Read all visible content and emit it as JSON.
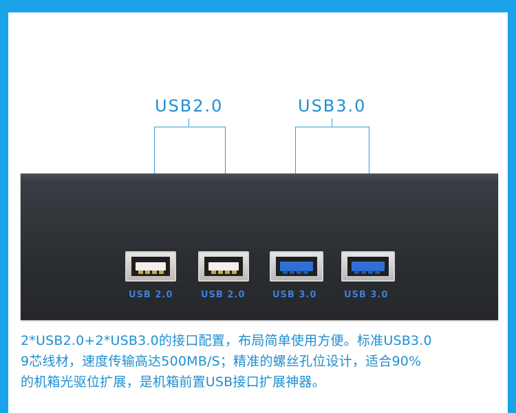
{
  "callouts": {
    "usb2": "USB2.0",
    "usb3": "USB3.0"
  },
  "ports": [
    {
      "type": "usb2",
      "label": "USB 2.0"
    },
    {
      "type": "usb2",
      "label": "USB 2.0"
    },
    {
      "type": "usb3",
      "label": "USB 3.0"
    },
    {
      "type": "usb3",
      "label": "USB 3.0"
    }
  ],
  "description": {
    "line1": "2*USB2.0+2*USB3.0的接口配置，布局简单使用方便。标准USB3.0",
    "line2": "9芯线材，速度传输高达500MB/S；精准的螺丝孔位设计，适合90%",
    "line3": "的机箱光驱位扩展，是机箱前置USB接口扩展神器。"
  },
  "colors": {
    "frame": "#1aa3e8",
    "accent_text": "#1e8fd0",
    "panel": "#2e3136",
    "usb3_blue": "#2d6fd6"
  }
}
